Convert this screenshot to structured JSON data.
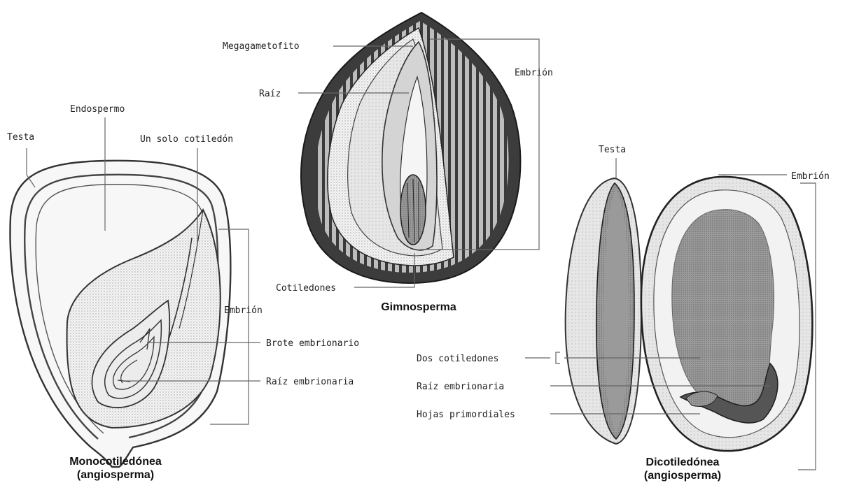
{
  "diagram": {
    "mono": {
      "caption_line1": "Monocotiledónea",
      "caption_line2": "(angiosperma)",
      "labels": {
        "testa": "Testa",
        "endospermo": "Endospermo",
        "cotiledon": "Un solo cotiledón",
        "embrion": "Embrión",
        "brote": "Brote embrionario",
        "raiz": "Raíz embrionaria"
      }
    },
    "gimno": {
      "caption": "Gimnosperma",
      "labels": {
        "megagametofito": "Megagametofito",
        "raiz": "Raíz",
        "embrion": "Embrión",
        "cotiledones": "Cotiledones"
      }
    },
    "dico": {
      "caption_line1": "Dicotiledónea",
      "caption_line2": "(angiosperma)",
      "labels": {
        "testa": "Testa",
        "embrion": "Embrión",
        "dos_cotiledones": "Dos cotiledones",
        "raiz": "Raíz embrionaria",
        "hojas": "Hojas primordiales"
      }
    }
  }
}
